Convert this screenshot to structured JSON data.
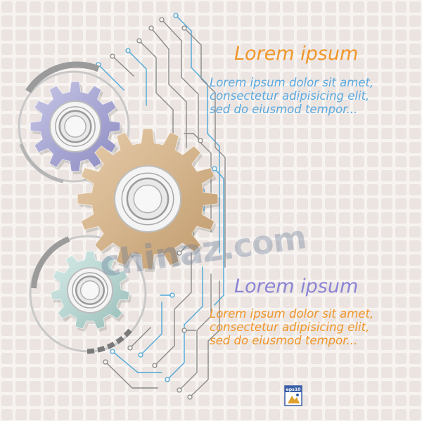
{
  "colors": {
    "background": "#f7f3f0",
    "grid": "#ebe4e1",
    "heading_top": "#f0962a",
    "body_top": "#5aa9e0",
    "heading_bottom": "#8b84d6",
    "body_bottom": "#f0962a",
    "gear_large": "#d4b48c",
    "gear_top": "#a9a8d4",
    "gear_bottom": "#b9d6d2",
    "circuit_gray": "#8a8a8a",
    "circuit_blue": "#4fa8d8"
  },
  "top_block": {
    "heading": "Lorem ipsum",
    "lines": [
      "Lorem ipsum dolor sit amet,",
      "consectetur adipisicing elit,",
      "sed do eiusmod tempor..."
    ]
  },
  "bottom_block": {
    "heading": "Lorem ipsum",
    "lines": [
      "Lorem ipsum dolor sit amet,",
      "consectetur adipisicing elit,",
      "sed do eiusmod tempor..."
    ]
  },
  "watermark": {
    "main": "chinaz",
    "suffix": ".com"
  },
  "badge": {
    "text": "eps10",
    "icon": "eps-file-icon"
  },
  "icons": [
    "gear-icon",
    "circuit-icon"
  ]
}
